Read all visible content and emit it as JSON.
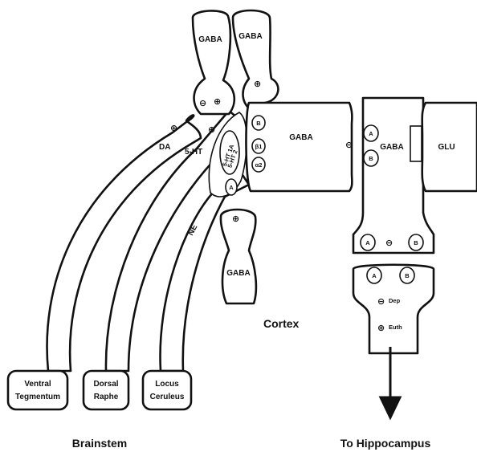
{
  "gaba_label": "GABA",
  "glu_label": "GLU",
  "cortex_label": "Cortex",
  "brainstem_label": "Brainstem",
  "hippocampus_label": "To Hippocampus",
  "pathways": {
    "da": "DA",
    "serotonin": "5-HT",
    "ne": "NE"
  },
  "nuclei": {
    "ventral_line1": "Ventral",
    "ventral_line2": "Tegmentum",
    "dorsal_line1": "Dorsal",
    "dorsal_line2": "Raphe",
    "locus_line1": "Locus",
    "locus_line2": "Ceruleus"
  },
  "receptors": {
    "ht1a": "5-HT 1A",
    "ht2": "5-HT 2",
    "a": "A",
    "b": "B",
    "beta1": "β1",
    "alpha2": "α2"
  },
  "signs": {
    "plus": "⊕",
    "minus": "⊖"
  },
  "annotations": {
    "dep": "Dep",
    "euth": "Euth"
  }
}
